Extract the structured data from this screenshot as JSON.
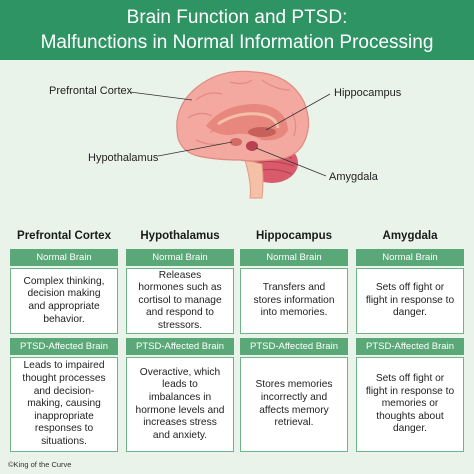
{
  "header": {
    "line1": "Brain Function and PTSD:",
    "line2": "Malfunctions in Normal Information Processing"
  },
  "diagram": {
    "labels": {
      "prefrontal": "Prefrontal Cortex",
      "hippocampus": "Hippocampus",
      "hypothalamus": "Hypothalamus",
      "amygdala": "Amygdala"
    },
    "colors": {
      "cortex": "#f3a9a0",
      "inner": "#e7877d",
      "stem": "#f6c0a8",
      "cerebellum": "#d95a6a"
    }
  },
  "columns": [
    {
      "title": "Prefrontal Cortex",
      "normal_label": "Normal Brain",
      "normal_text": "Complex thinking, decision making and appropriate behavior.",
      "ptsd_label": "PTSD-Affected Brain",
      "ptsd_text": "Leads to impaired thought processes and decision-making, causing inappropriate responses to situations."
    },
    {
      "title": "Hypothalamus",
      "normal_label": "Normal Brain",
      "normal_text": "Releases hormones such as cortisol to manage and respond to stressors.",
      "ptsd_label": "PTSD-Affected Brain",
      "ptsd_text": "Overactive, which leads to imbalances in hormone levels and increases stress and anxiety."
    },
    {
      "title": "Hippocampus",
      "normal_label": "Normal Brain",
      "normal_text": "Transfers and stores information into memories.",
      "ptsd_label": "PTSD-Affected Brain",
      "ptsd_text": "Stores memories incorrectly and affects memory retrieval."
    },
    {
      "title": "Amygdala",
      "normal_label": "Normal Brain",
      "normal_text": "Sets off fight or flight in response to danger.",
      "ptsd_label": "PTSD-Affected Brain",
      "ptsd_text": "Sets off fight or flight in response to memories or thoughts about danger."
    }
  ],
  "footer": {
    "credit": "©King of the Curve"
  }
}
